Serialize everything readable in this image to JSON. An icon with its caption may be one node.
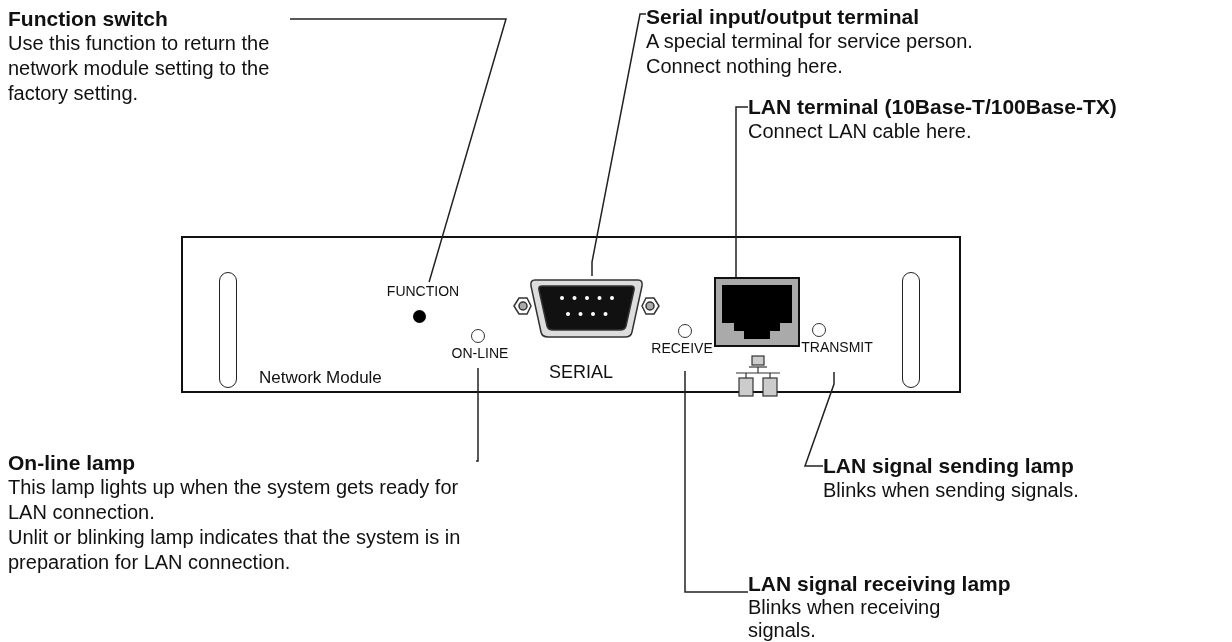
{
  "diagram": {
    "nodes": [
      {
        "text": [
          "Function switch",
          "Use this function to return the network module setting to the factory setting."
        ]
      },
      {
        "text": [
          "Serial input/output terminal",
          "A special terminal for service person. Connect nothing here."
        ]
      },
      {
        "text": [
          "LAN terminal (10Base-T/100Base-TX)",
          "Connect LAN cable here."
        ]
      },
      {
        "text": [],
        "shape": "box"
      },
      {
        "text": [
          "FUNCTION"
        ],
        "in": 3
      },
      {
        "text": [],
        "shape": "picture",
        "in": 3
      },
      {
        "text": [],
        "shape": "picture",
        "in": 3
      },
      {
        "text": [
          "ON-LINE"
        ],
        "in": 3
      },
      {
        "text": [
          "RECEIVE"
        ],
        "in": 3
      },
      {
        "text": [
          "TRANSMIT"
        ],
        "in": 3
      },
      {
        "text": [
          "On-line lamp",
          "This lamp lights up when the system gets ready for LAN connection.",
          "Unlit or blinking lamp indicates that the system is in preparation for LAN connection."
        ]
      },
      {
        "text": [
          "LAN signal sending lamp",
          "Blinks when sending signals."
        ]
      },
      {
        "text": [
          "LAN signal receiving lamp",
          "Blinks when receiving signals."
        ]
      },
      {
        "text": [],
        "shape": "box",
        "in": 3
      },
      {
        "text": [],
        "shape": "box",
        "in": 3
      }
    ],
    "edges": [
      {
        "from": 0,
        "to": 4,
        "arrow": "none"
      },
      {
        "from": 1,
        "to": 5,
        "arrow": "none"
      },
      {
        "from": 2,
        "to": 6,
        "arrow": "none"
      },
      {
        "from": 10,
        "to": 7,
        "arrow": "none"
      },
      {
        "from": 11,
        "to": 9,
        "arrow": "none"
      },
      {
        "from": 12,
        "to": 8,
        "arrow": "none"
      }
    ],
    "labels": [
      "Network Module",
      "SERIAL"
    ]
  }
}
